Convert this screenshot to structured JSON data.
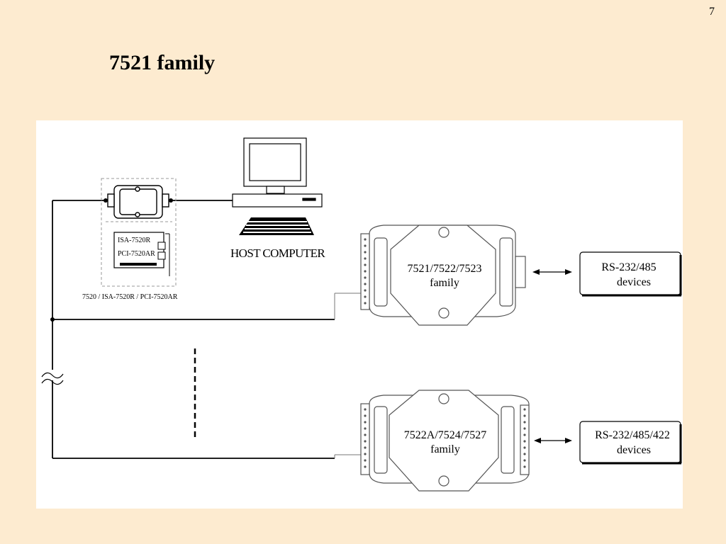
{
  "page_number": "7",
  "title": "7521 family",
  "diagram": {
    "host_label": "HOST COMPUTER",
    "converter_caption": "7520 / ISA-7520R / PCI-7520AR",
    "card_label_1": "ISA-7520R",
    "card_label_2": "PCI-7520AR",
    "module_1_line_1": "7521/7522/7523",
    "module_1_line_2": "family",
    "module_2_line_1": "7522A/7524/7527",
    "module_2_line_2": "family",
    "device_1_line_1": "RS-232/485",
    "device_1_line_2": "devices",
    "device_2_line_1": "RS-232/485/422",
    "device_2_line_2": "devices"
  }
}
